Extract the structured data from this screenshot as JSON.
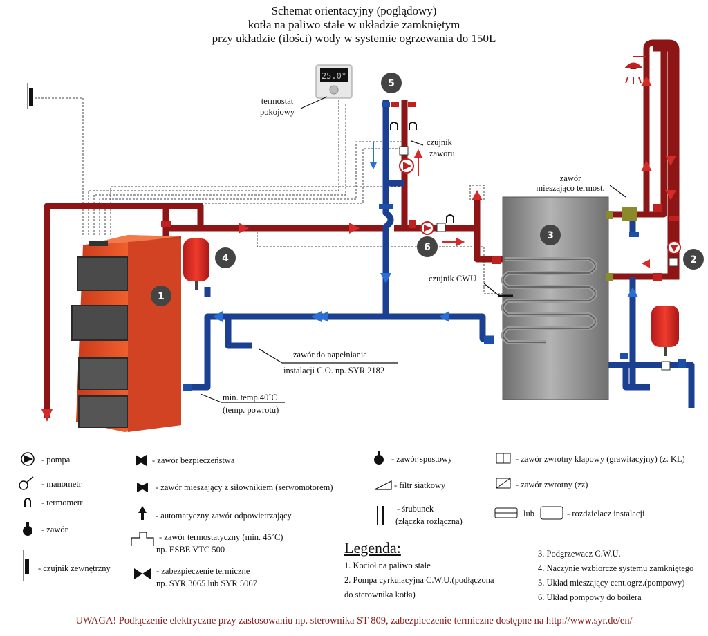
{
  "title": {
    "line1": "Schemat orientacyjny (poglądowy)",
    "line2": "kotła na paliwo stałe w układzie zamkniętym",
    "line3": "przy układzie (ilości) wody w systemie ogrzewania do 150L"
  },
  "thermostat_display": "25.0°",
  "markers": {
    "m1": "1",
    "m2": "2",
    "m3": "3",
    "m4": "4",
    "m5": "5",
    "m6": "6"
  },
  "labels": {
    "termostat_1": "termostat",
    "termostat_2": "pokojowy",
    "czujnik_zaworu_1": "czujnik",
    "czujnik_zaworu_2": "zaworu",
    "zawor_mieszajacy_1": "zawór",
    "zawor_mieszajacy_2": "mieszająco termost.",
    "czujnik_cwu": "czujnik CWU",
    "napelnianie_1": "zawór do napełniania",
    "napelnianie_2": "instalacji C.O. np. SYR 2182",
    "min_temp_1": "min. temp.40˚C",
    "min_temp_2": "(temp. powrotu)"
  },
  "legend_symbols": {
    "pompa": "- pompa",
    "manometr": "- manometr",
    "termometr": "- termometr",
    "zawor": "- zawór",
    "czujnik_zewn": "- czujnik zewnętrzny",
    "bezpieczenstwa": "- zawór bezpieczeństwa",
    "mieszajacy_silownik": "- zawór mieszający z siłownikiem (serwomotorem)",
    "odpowietrzajacy": "- automatyczny zawór odpowietrzający",
    "termostatyczny_1": "- zawór termostatyczny (min. 45˚C)",
    "termostatyczny_2": "np. ESBE VTC 500",
    "zabezp_1": "- zabezpieczenie termiczne",
    "zabezp_2": "np. SYR 3065 lub SYR 5067",
    "spustowy": "- zawór spustowy",
    "filtr": "- filtr siatkowy",
    "srubunek_1": "- śrubunek",
    "srubunek_2": "(złączka rozłączna)",
    "zwrotny_klapowy": "- zawór zwrotny klapowy (grawitacyjny) (z. KL)",
    "zwrotny_zz": "- zawór zwrotny (zz)",
    "lub": "lub",
    "rozdzielacz": "- rozdzielacz instalacji"
  },
  "legend_title": "Legenda:",
  "legend_items_left": [
    "1. Kocioł na paliwo stałe",
    "2. Pompa cyrkulacyjna C.W.U.(podłączona",
    "do sterownika kotła)"
  ],
  "legend_items_right": [
    "3. Podgrzewacz C.W.U.",
    "4. Naczynie wzbiorcze systemu zamkniętego",
    "5. Układ mieszający cent.ogrz.(pompowy)",
    "6. Układ pompowy do boilera"
  ],
  "warning": "UWAGA! Podłączenie elektryczne przy zastosowaniu np. sterownika ST 809, zabezpieczenie termiczne dostępne na http://www.syr.de/en/",
  "colors": {
    "hot": "#8e1515",
    "cold": "#1b3f91",
    "boiler": "#e8502a",
    "tank": "#8a8a8a",
    "arrow_red": "#d42a2a",
    "arrow_blue": "#2a6fd4"
  }
}
